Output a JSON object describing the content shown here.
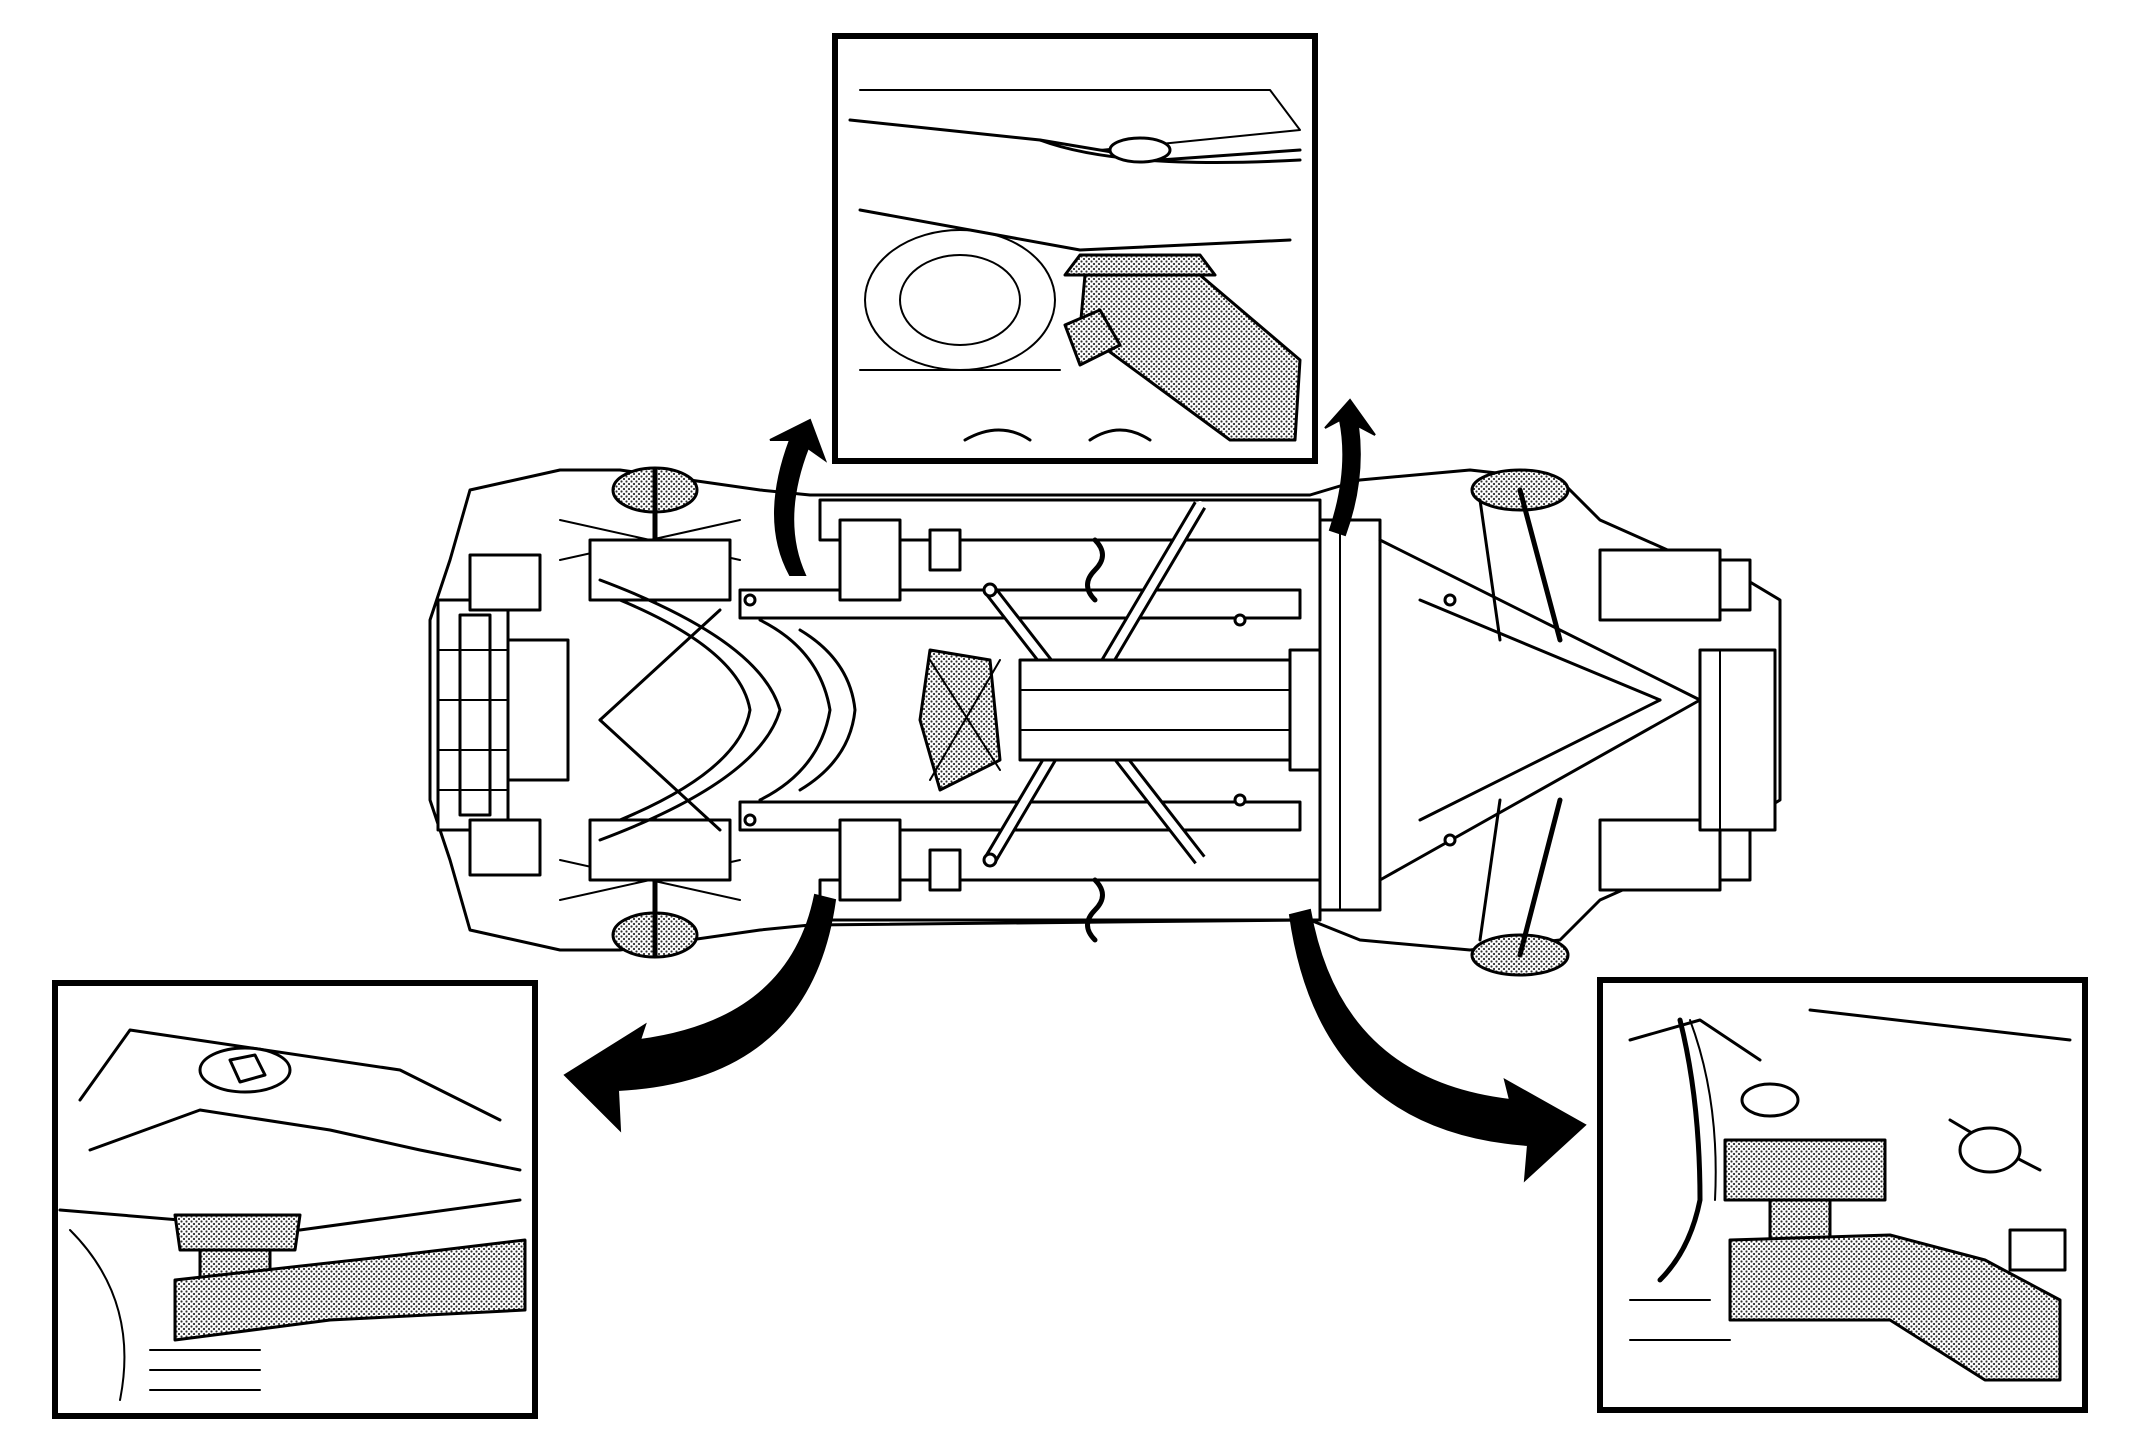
{
  "figure": {
    "view": "underbody",
    "insets": [
      {
        "name": "front-lift-point-inset",
        "shows": "jack-pad-at-pinch-weld"
      },
      {
        "name": "rear-left-lift-point-inset",
        "shows": "lift-pad-at-frame-rail"
      },
      {
        "name": "rear-right-lift-point-inset",
        "shows": "lift-pad-at-frame-rail"
      }
    ],
    "callout_arrows": 4,
    "colors": {
      "ink": "#000000",
      "paper": "#ffffff",
      "hatch": "#555555"
    }
  }
}
